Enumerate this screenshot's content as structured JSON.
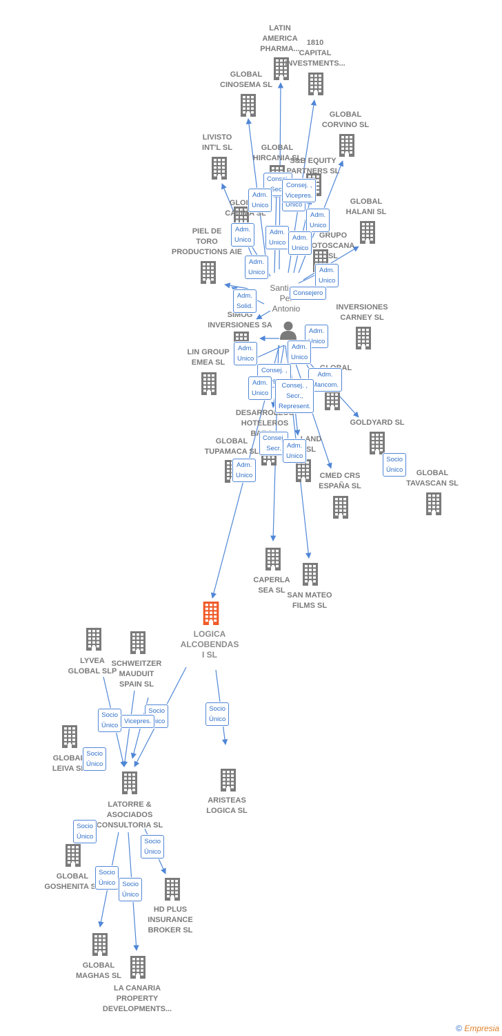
{
  "colors": {
    "building": "#7a7a7a",
    "main_building": "#f05a28",
    "edge": "#4f86d6",
    "tag_text": "#2f6fc9",
    "label": "#7a7a7a"
  },
  "person": {
    "id": "santiago",
    "label": "Santiago\nPer\nAntonio"
  },
  "nodes": [
    {
      "id": "latin",
      "label": "LATIN\nAMERICA\nPHARMA..."
    },
    {
      "id": "capital1810",
      "label": "1810\nCAPITAL\nINVESTMENTS..."
    },
    {
      "id": "cinosema",
      "label": "GLOBAL\nCINOSEMA SL"
    },
    {
      "id": "corvino",
      "label": "GLOBAL\nCORVINO SL"
    },
    {
      "id": "livisto",
      "label": "LIVISTO\nINT'L SL"
    },
    {
      "id": "hircania",
      "label": "GLOBAL\nHIRCANIA SL"
    },
    {
      "id": "sbequity",
      "label": "S&B EQUITY\nPARTNERS SL"
    },
    {
      "id": "calima",
      "label": "GLOBAL\nCALIMA SL"
    },
    {
      "id": "halani",
      "label": "GLOBAL\nHALANI SL"
    },
    {
      "id": "grupotoscana",
      "label": "GRUPO\nOTOSCANA\nSL"
    },
    {
      "id": "pieldetoro",
      "label": "PIEL DE\nTORO\nPRODUCTIONS AIE"
    },
    {
      "id": "simog",
      "label": "SIMOG\nINVERSIONES SA"
    },
    {
      "id": "carney",
      "label": "INVERSIONES\nCARNEY SL"
    },
    {
      "id": "lingroup",
      "label": "LIN GROUP\nEMEA SL"
    },
    {
      "id": "globalsl",
      "label": "GLOBAL\nSL"
    },
    {
      "id": "goldyard",
      "label": "GOLDYARD SL"
    },
    {
      "id": "desarrollos",
      "label": "DESARROLLOS\nHOTELEROS\nBARC..."
    },
    {
      "id": "tupamaca",
      "label": "GLOBAL\nTUPAMACA SL"
    },
    {
      "id": "land",
      "label": "LAND\nSL"
    },
    {
      "id": "cmed",
      "label": "CMED CRS\nESPAÑA SL"
    },
    {
      "id": "tavascan",
      "label": "GLOBAL\nTAVASCAN SL"
    },
    {
      "id": "caperla",
      "label": "CAPERLA\nSEA SL"
    },
    {
      "id": "sanmateo",
      "label": "SAN MATEO\nFILMS SL"
    },
    {
      "id": "logica",
      "label": "LOGICA\nALCOBENDAS\nI SL"
    },
    {
      "id": "lyvea",
      "label": "LYVEA\nGLOBAL SLP"
    },
    {
      "id": "schweitzer",
      "label": "SCHWEITZER\nMAUDUIT\nSPAIN SL"
    },
    {
      "id": "leiva",
      "label": "GLOBAL\nLEIVA SL"
    },
    {
      "id": "aristeas",
      "label": "ARISTEAS\nLOGICA SL"
    },
    {
      "id": "latorre",
      "label": "LATORRE &\nASOCIADOS\nCONSULTORIA SL"
    },
    {
      "id": "goshenita",
      "label": "GLOBAL\nGOSHENITA SL"
    },
    {
      "id": "hdplus",
      "label": "HD PLUS\nINSURANCE\nBROKER SL"
    },
    {
      "id": "maghas",
      "label": "GLOBAL\nMAGHAS SL"
    },
    {
      "id": "lacanaria",
      "label": "LA CANARIA\nPROPERTY\nDEVELOPMENTS..."
    }
  ],
  "relations": [
    "Adm.\nUnico",
    "Consej.\nSecr.",
    "Consej. ,\nVicepres.",
    "Adm.\nUnico",
    "Adm.\nUnico",
    "Adm.\nUnico",
    "Adm.\nUnico",
    "Adm.\nUnico",
    "Adm.\nUnico",
    "Adm.\nUnico",
    "Adm.\nSolid.",
    "Consejero",
    "Adm.\nUnico",
    "Adm.\nUnico",
    "Adm.\nUnico",
    "Consej. ,\nVicepres.",
    "Adm.\nUnico",
    "Adm.\nMancom.",
    "Consej. ,\nSecr.,\nRepresent.",
    "Consej.\nSecr.",
    "Adm.\nUnico",
    "Adm.\nUnico",
    "Socio\nÚnico",
    "Socio\nÚnico",
    "Socio\nÚnico",
    "Socio\nÚnico",
    "Socio\nÚnico",
    "Socio\nÚnico",
    "Socio\nÚnico",
    "Socio\nÚnico",
    "Socio\nÚnico",
    "Socio\nÚnico",
    "Vicepres."
  ],
  "footer": {
    "copyright": "©",
    "brand": "Empresia"
  }
}
